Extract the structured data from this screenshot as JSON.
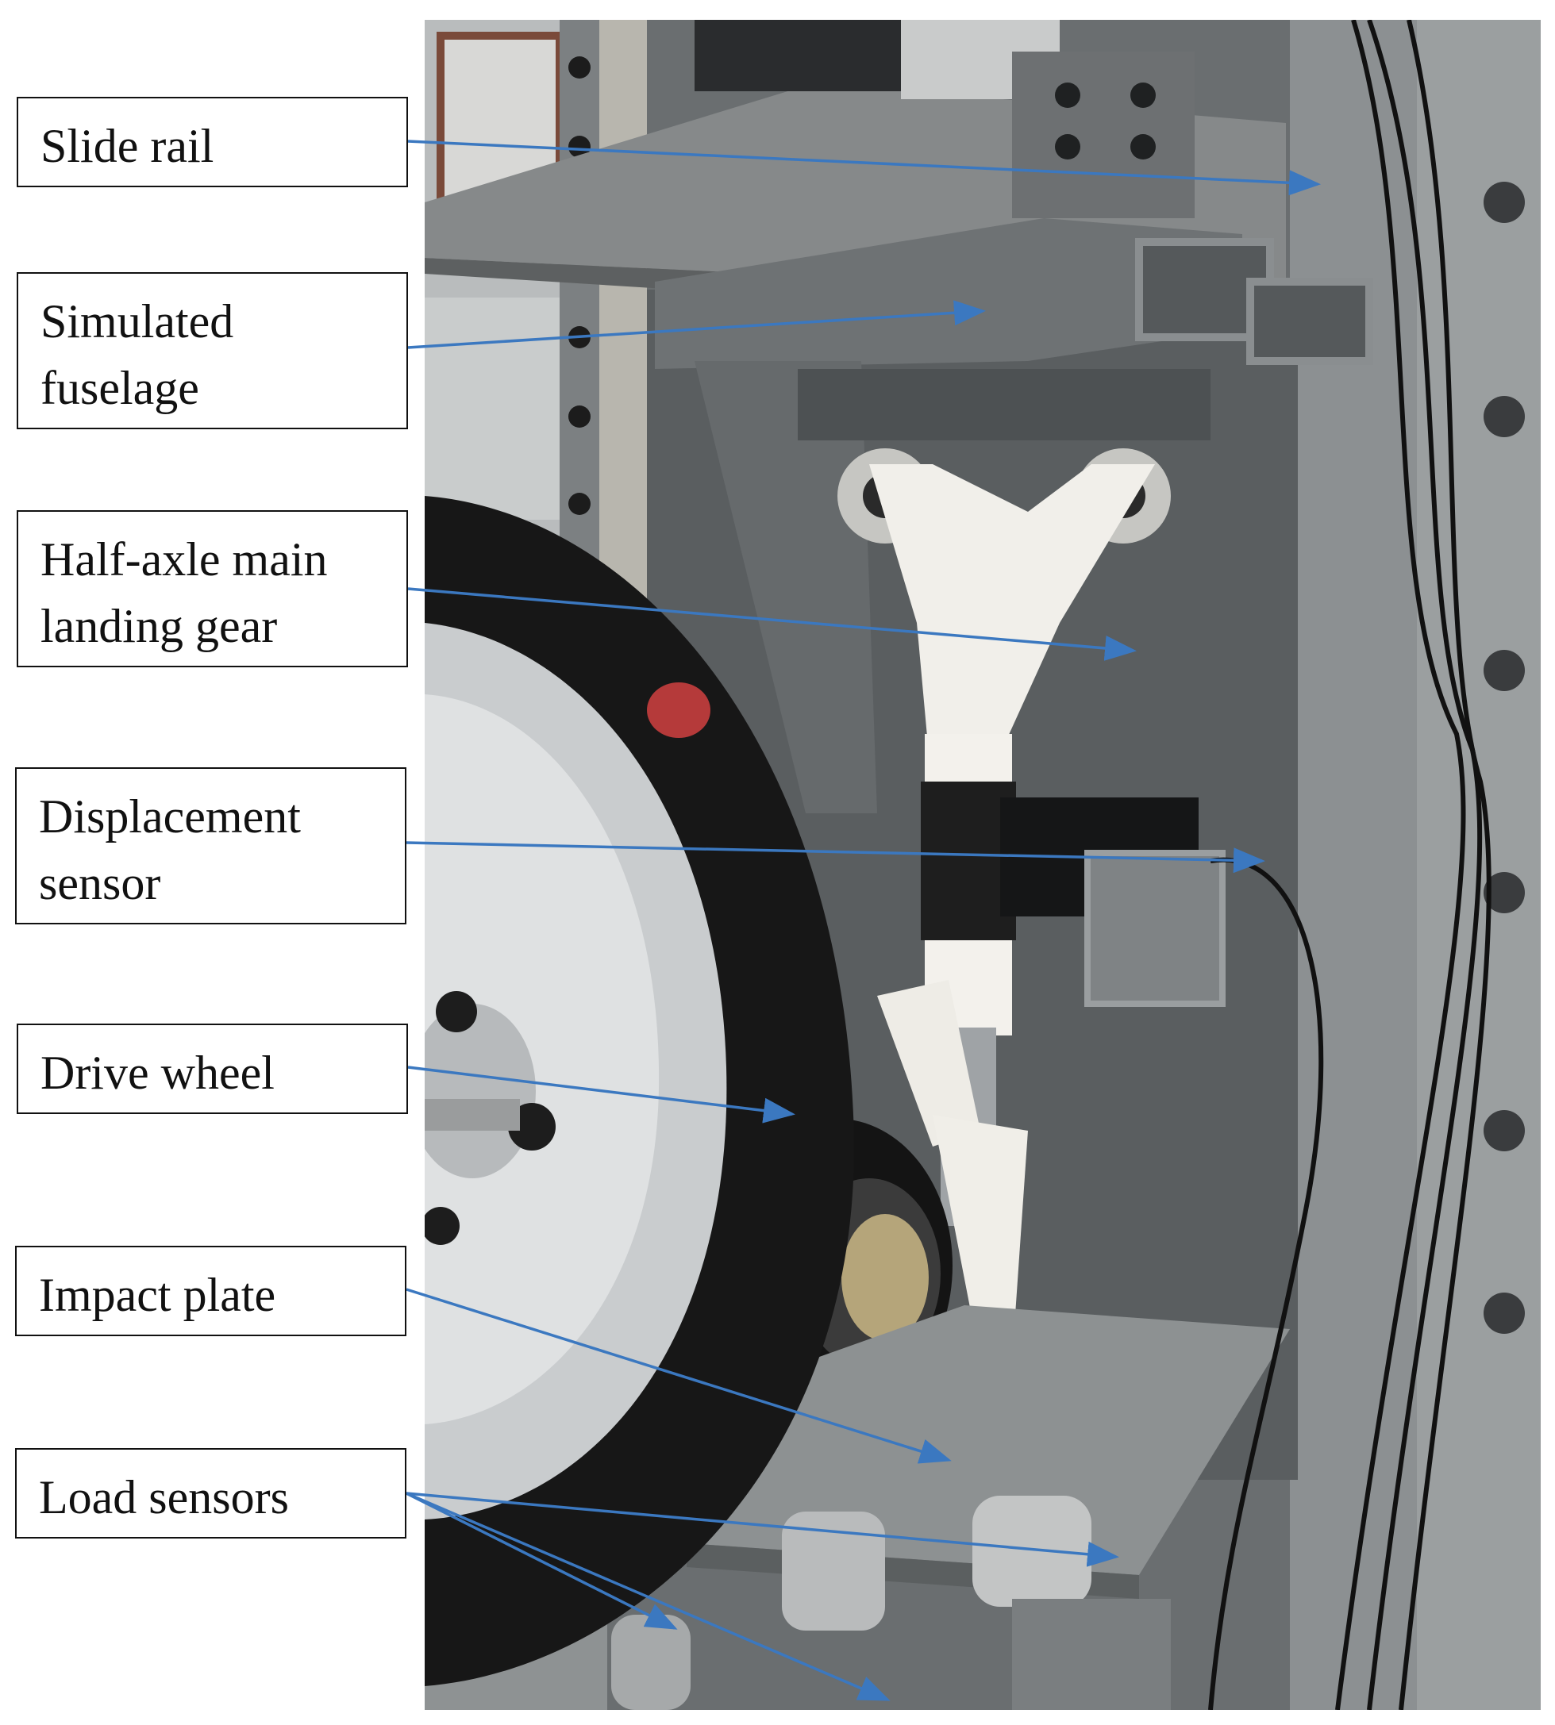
{
  "figure": {
    "labels": [
      {
        "id": "slide-rail",
        "text": "Slide rail"
      },
      {
        "id": "simulated-fuselage",
        "text": "Simulated\nfuselage"
      },
      {
        "id": "half-axle-main-landing-gear",
        "text": "Half-axle main\nlanding gear"
      },
      {
        "id": "displacement-sensor",
        "text": "Displacement\nsensor"
      },
      {
        "id": "drive-wheel",
        "text": "Drive wheel"
      },
      {
        "id": "impact-plate",
        "text": "Impact plate"
      },
      {
        "id": "load-sensors",
        "text": "Load sensors"
      }
    ],
    "arrow_color": "#3b78c0",
    "label_border_color": "#111111"
  }
}
